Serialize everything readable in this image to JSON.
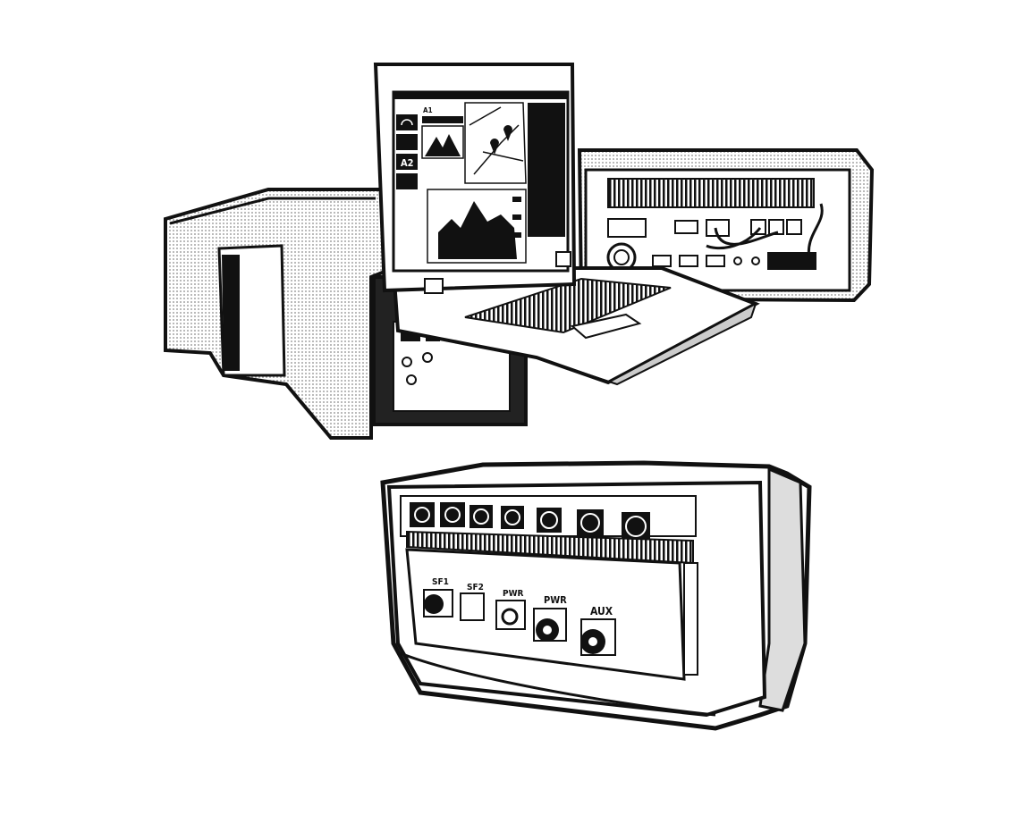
{
  "scene": {
    "style": "black-and-white line art illustration",
    "colors": {
      "ink": "#111111",
      "paper": "#ffffff",
      "shade": "#cfcfcf",
      "screen_dark": "#1a1a1a"
    }
  },
  "laptop": {
    "screen": {
      "panel_a1_label": "A1",
      "panel_a2_label": "A2",
      "icons": [
        "wifi-icon",
        "signal-tower-icon",
        "trend-line-icon",
        "map-pin-icon"
      ]
    }
  },
  "bottom_case": {
    "connectors": [
      {
        "label": "SF1"
      },
      {
        "label": "SF2"
      },
      {
        "label": "PWR"
      },
      {
        "label": "PWR"
      },
      {
        "label": "AUX"
      }
    ],
    "fan_count": 7
  }
}
